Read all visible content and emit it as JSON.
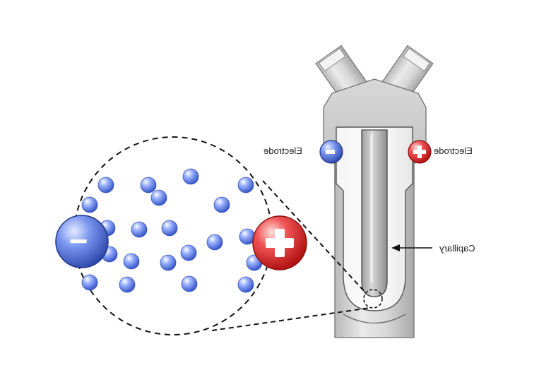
{
  "labels": {
    "electrode_left": "Electrode",
    "electrode_right": "Electrode",
    "capillary": "Capillary"
  },
  "symbols": {
    "negative": "−",
    "positive": "+"
  },
  "colors": {
    "negative_electrode": "#4a6fd6",
    "positive_electrode": "#d62a2a",
    "particle": "#5b7fe6",
    "device_metal": "#c9c9c9",
    "dashed_outline": "#111111"
  },
  "icons": {
    "negative": "minus-sphere-icon",
    "positive": "plus-sphere-icon",
    "particle": "particle-sphere-icon"
  }
}
